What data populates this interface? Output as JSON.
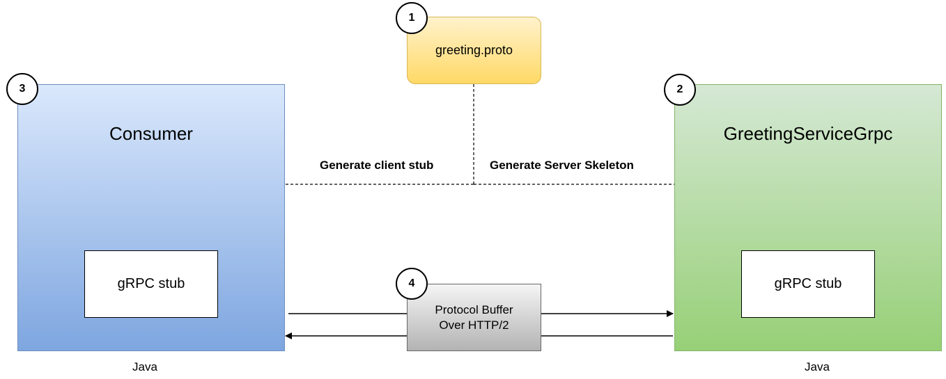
{
  "proto_box": {
    "label": "greeting.proto",
    "step": "1"
  },
  "consumer": {
    "title": "Consumer",
    "stub": "gRPC stub",
    "step": "3",
    "language": "Java"
  },
  "service": {
    "title": "GreetingServiceGrpc",
    "stub": "gRPC stub",
    "step": "2",
    "language": "Java"
  },
  "transport": {
    "line1": "Protocol Buffer",
    "line2": "Over HTTP/2",
    "step": "4"
  },
  "edges": {
    "client": "Generate client stub",
    "server": "Generate Server Skeleton"
  },
  "colors": {
    "consumer_top": "#dae8fc",
    "consumer_bottom": "#7ea6e0",
    "service_top": "#d5e8d4",
    "service_bottom": "#97d077",
    "proto_top": "#fff2cc",
    "proto_bottom": "#ffd966"
  }
}
